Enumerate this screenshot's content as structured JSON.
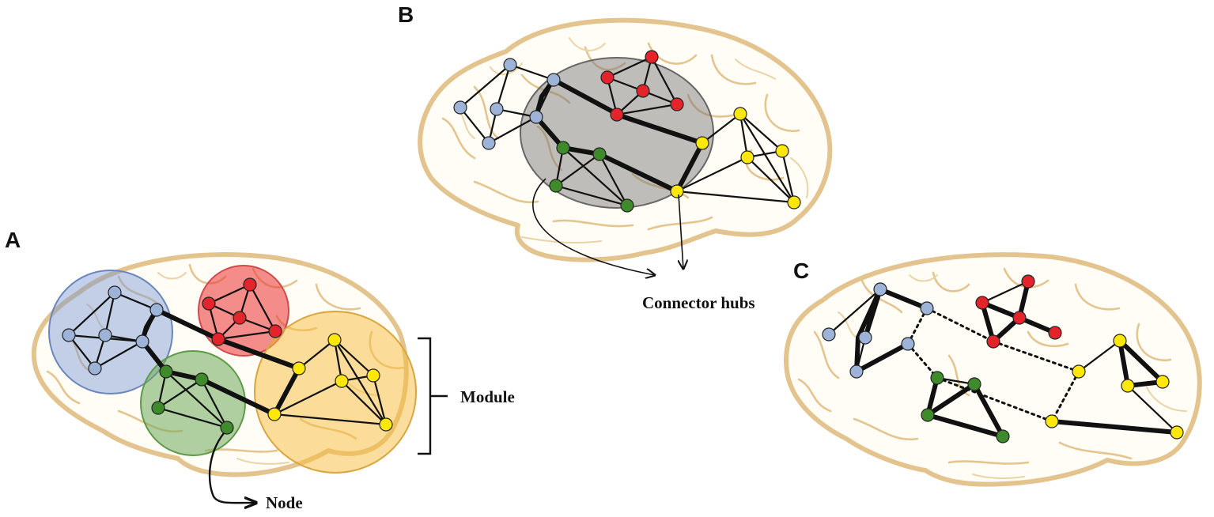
{
  "panels": {
    "a": {
      "label": "A"
    },
    "b": {
      "label": "B"
    },
    "c": {
      "label": "C"
    }
  },
  "annotations": {
    "module": "Module",
    "node": "Node",
    "connector_hubs": "Connector hubs"
  },
  "colors": {
    "module_blue": "#9db3d8",
    "module_red": "#e3242b",
    "module_green": "#3f8a2a",
    "module_yellow": "#ffe70a",
    "brain_outline": "#e3c38e"
  }
}
